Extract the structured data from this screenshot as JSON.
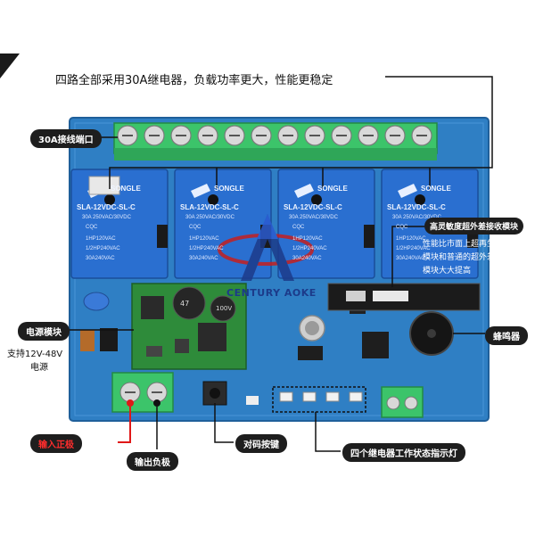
{
  "headline": "四路全部采用30A继电器，负载功率更大，性能更稳定",
  "labels": {
    "terminal": "30A接线端口",
    "power_module": "电源模块",
    "voltage_line1": "支持12V-48V",
    "voltage_line2": "电源",
    "input_positive": "输入正极",
    "output_negative": "输出负极",
    "pair_button": "对码按键",
    "indicators": "四个继电器工作状态指示灯",
    "receiver": "高灵敏度超外差接收模块",
    "receiver_note_1": "性能比市面上超再生",
    "receiver_note_2": "模块和普通的超外差",
    "receiver_note_3": "模块大大提高",
    "buzzer": "蜂鸣器"
  },
  "relay": {
    "brand": "SONGLE",
    "model": "SLA-12VDC-SL-C",
    "spec1": "30A 250VAC/30VDC",
    "spec2": "1HP120VAC",
    "spec3": "1/2HP240VAC",
    "spec4": "30A240VAC",
    "cert": "CQC"
  },
  "capacitor": {
    "value": "47",
    "voltage": "100V"
  },
  "watermark": "CENTURY AOKE",
  "colors": {
    "pcb": "#2f7fc4",
    "pcb_edge": "#1f5f9a",
    "relay": "#2a6fd0",
    "terminal": "#3cc46a",
    "module": "#2e8b3a",
    "accent_red": "#e01818"
  }
}
